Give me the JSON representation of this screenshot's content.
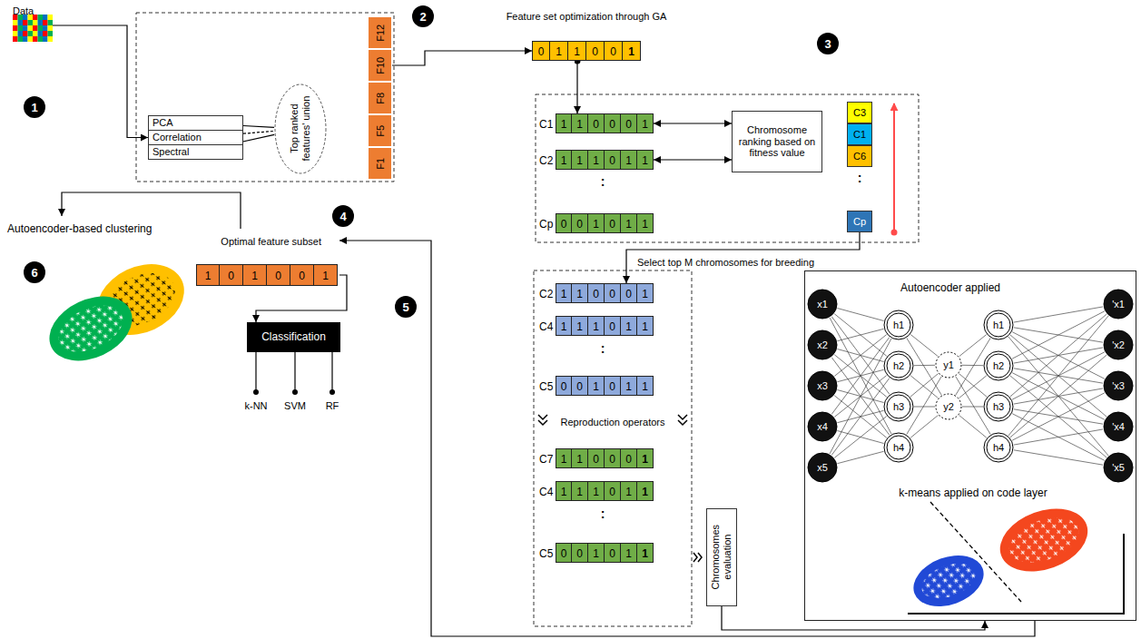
{
  "diagram": {
    "nodes": [
      {
        "text": [
          "Data"
        ]
      },
      {
        "text": [
          "PCA"
        ]
      },
      {
        "text": [
          "Correlation"
        ]
      },
      {
        "text": [
          "Spectral"
        ]
      },
      {
        "text": [
          "Top ranked features' union"
        ]
      },
      {
        "text": [
          "F12"
        ]
      },
      {
        "text": [
          "F10"
        ]
      },
      {
        "text": [
          "F8"
        ]
      },
      {
        "text": [
          "F5"
        ]
      },
      {
        "text": [
          "F1"
        ]
      },
      {
        "text": [
          "Feature set optimization through GA",
          "0",
          "1",
          "1",
          "0",
          "0",
          "1"
        ]
      },
      {
        "text": [
          "C1",
          "1",
          "1",
          "0",
          "0",
          "0",
          "1"
        ]
      },
      {
        "text": [
          "C2",
          "1",
          "1",
          "1",
          "0",
          "1",
          "1"
        ]
      },
      {
        "text": [
          "Cp",
          "0",
          "0",
          "1",
          "0",
          "1",
          "1"
        ]
      },
      {
        "text": [
          "Chromosome ranking based on fitness value"
        ]
      },
      {
        "text": [
          "C3"
        ]
      },
      {
        "text": [
          "C1"
        ]
      },
      {
        "text": [
          "C6"
        ]
      },
      {
        "text": [
          "Cp"
        ]
      },
      {
        "text": [
          "C2",
          "1",
          "1",
          "0",
          "0",
          "0",
          "1"
        ]
      },
      {
        "text": [
          "C4",
          "1",
          "1",
          "1",
          "0",
          "1",
          "1"
        ]
      },
      {
        "text": [
          "C5",
          "0",
          "0",
          "1",
          "0",
          "1",
          "1"
        ]
      },
      {
        "text": [
          "C7",
          "1",
          "1",
          "0",
          "0",
          "0",
          "1"
        ]
      },
      {
        "text": [
          "C4",
          "1",
          "1",
          "1",
          "0",
          "1",
          "1"
        ]
      },
      {
        "text": [
          "C5",
          "0",
          "0",
          "1",
          "0",
          "1",
          "1"
        ]
      },
      {
        "text": [
          "Chromosomes evaluation"
        ]
      },
      {
        "text": [
          "Autoencoder applied",
          "k-means applied on code layer"
        ]
      },
      {
        "text": [
          "x1"
        ],
        "in": 26
      },
      {
        "text": [
          "x2"
        ],
        "in": 26
      },
      {
        "text": [
          "x3"
        ],
        "in": 26
      },
      {
        "text": [
          "x4"
        ],
        "in": 26
      },
      {
        "text": [
          "x5"
        ],
        "in": 26
      },
      {
        "text": [
          "h1"
        ],
        "in": 26
      },
      {
        "text": [
          "h2"
        ],
        "in": 26
      },
      {
        "text": [
          "h3"
        ],
        "in": 26
      },
      {
        "text": [
          "h4"
        ],
        "in": 26
      },
      {
        "text": [
          "y1"
        ],
        "in": 26
      },
      {
        "text": [
          "y2"
        ],
        "in": 26
      },
      {
        "text": [
          "h1"
        ],
        "in": 26
      },
      {
        "text": [
          "h2"
        ],
        "in": 26
      },
      {
        "text": [
          "h3"
        ],
        "in": 26
      },
      {
        "text": [
          "h4"
        ],
        "in": 26
      },
      {
        "text": [
          "'x1"
        ],
        "in": 26
      },
      {
        "text": [
          "'x2"
        ],
        "in": 26
      },
      {
        "text": [
          "'x3"
        ],
        "in": 26
      },
      {
        "text": [
          "'x4"
        ],
        "in": 26
      },
      {
        "text": [
          "'x5"
        ],
        "in": 26
      },
      {
        "text": [
          "Optimal feature subset",
          "1",
          "0",
          "1",
          "0",
          "0",
          "1"
        ]
      },
      {
        "text": [
          "Classification"
        ]
      },
      {
        "text": [
          "Autoencoder-based clustering"
        ]
      }
    ],
    "edges": [
      {
        "from": 0,
        "to": 2,
        "arrow": "to"
      },
      {
        "from": 1,
        "to": 4,
        "arrow": "none"
      },
      {
        "from": 2,
        "to": 4,
        "arrow": "none"
      },
      {
        "from": 3,
        "to": 4,
        "arrow": "none"
      },
      {
        "from": 6,
        "to": 10,
        "arrow": "to"
      },
      {
        "from": 10,
        "to": 11,
        "arrow": "to"
      },
      {
        "from": 11,
        "to": 14,
        "arrow": "both"
      },
      {
        "from": 12,
        "to": 14,
        "arrow": "both"
      },
      {
        "from": 18,
        "to": 19,
        "label": "Select top M chromosomes for breeding",
        "arrow": "to"
      },
      {
        "from": 25,
        "to": 26,
        "arrow": "to"
      },
      {
        "from": 26,
        "to": 47,
        "arrow": "to"
      },
      {
        "from": 47,
        "to": 48,
        "arrow": "to"
      },
      {
        "from": 47,
        "to": 49,
        "arrow": "to"
      },
      {
        "from": 27,
        "to": 32,
        "arrow": "none"
      },
      {
        "from": 27,
        "to": 33,
        "arrow": "none"
      },
      {
        "from": 27,
        "to": 34,
        "arrow": "none"
      },
      {
        "from": 27,
        "to": 35,
        "arrow": "none"
      },
      {
        "from": 28,
        "to": 32,
        "arrow": "none"
      },
      {
        "from": 28,
        "to": 33,
        "arrow": "none"
      },
      {
        "from": 28,
        "to": 34,
        "arrow": "none"
      },
      {
        "from": 28,
        "to": 35,
        "arrow": "none"
      },
      {
        "from": 29,
        "to": 32,
        "arrow": "none"
      },
      {
        "from": 29,
        "to": 33,
        "arrow": "none"
      },
      {
        "from": 29,
        "to": 34,
        "arrow": "none"
      },
      {
        "from": 29,
        "to": 35,
        "arrow": "none"
      },
      {
        "from": 30,
        "to": 32,
        "arrow": "none"
      },
      {
        "from": 30,
        "to": 33,
        "arrow": "none"
      },
      {
        "from": 30,
        "to": 34,
        "arrow": "none"
      },
      {
        "from": 30,
        "to": 35,
        "arrow": "none"
      },
      {
        "from": 31,
        "to": 32,
        "arrow": "none"
      },
      {
        "from": 31,
        "to": 33,
        "arrow": "none"
      },
      {
        "from": 31,
        "to": 34,
        "arrow": "none"
      },
      {
        "from": 31,
        "to": 35,
        "arrow": "none"
      },
      {
        "from": 32,
        "to": 36,
        "arrow": "none"
      },
      {
        "from": 32,
        "to": 37,
        "arrow": "none"
      },
      {
        "from": 33,
        "to": 36,
        "arrow": "none"
      },
      {
        "from": 33,
        "to": 37,
        "arrow": "none"
      },
      {
        "from": 34,
        "to": 36,
        "arrow": "none"
      },
      {
        "from": 34,
        "to": 37,
        "arrow": "none"
      },
      {
        "from": 35,
        "to": 36,
        "arrow": "none"
      },
      {
        "from": 35,
        "to": 37,
        "arrow": "none"
      },
      {
        "from": 36,
        "to": 38,
        "arrow": "none"
      },
      {
        "from": 36,
        "to": 39,
        "arrow": "none"
      },
      {
        "from": 36,
        "to": 40,
        "arrow": "none"
      },
      {
        "from": 36,
        "to": 41,
        "arrow": "none"
      },
      {
        "from": 37,
        "to": 38,
        "arrow": "none"
      },
      {
        "from": 37,
        "to": 39,
        "arrow": "none"
      },
      {
        "from": 37,
        "to": 40,
        "arrow": "none"
      },
      {
        "from": 37,
        "to": 41,
        "arrow": "none"
      },
      {
        "from": 38,
        "to": 42,
        "arrow": "none"
      },
      {
        "from": 38,
        "to": 43,
        "arrow": "none"
      },
      {
        "from": 38,
        "to": 44,
        "arrow": "none"
      },
      {
        "from": 38,
        "to": 45,
        "arrow": "none"
      },
      {
        "from": 38,
        "to": 46,
        "arrow": "none"
      },
      {
        "from": 39,
        "to": 42,
        "arrow": "none"
      },
      {
        "from": 39,
        "to": 43,
        "arrow": "none"
      },
      {
        "from": 39,
        "to": 44,
        "arrow": "none"
      },
      {
        "from": 39,
        "to": 45,
        "arrow": "none"
      },
      {
        "from": 39,
        "to": 46,
        "arrow": "none"
      },
      {
        "from": 40,
        "to": 42,
        "arrow": "none"
      },
      {
        "from": 40,
        "to": 43,
        "arrow": "none"
      },
      {
        "from": 40,
        "to": 44,
        "arrow": "none"
      },
      {
        "from": 40,
        "to": 45,
        "arrow": "none"
      },
      {
        "from": 40,
        "to": 46,
        "arrow": "none"
      },
      {
        "from": 41,
        "to": 42,
        "arrow": "none"
      },
      {
        "from": 41,
        "to": 43,
        "arrow": "none"
      },
      {
        "from": 41,
        "to": 44,
        "arrow": "none"
      },
      {
        "from": 41,
        "to": 45,
        "arrow": "none"
      },
      {
        "from": 41,
        "to": 46,
        "arrow": "none"
      }
    ],
    "labels": [
      "1",
      "2",
      "3",
      "4",
      "5",
      "6",
      ":",
      ":",
      ":",
      ":",
      "Reproduction operators",
      "k-NN",
      "SVM",
      "RF"
    ]
  }
}
